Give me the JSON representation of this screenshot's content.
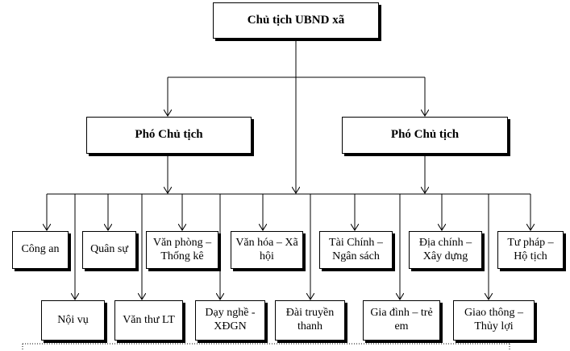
{
  "diagram": {
    "title": "Chủ tịch UBND xã",
    "vice_left": "Phó Chủ tịch",
    "vice_right": "Phó Chủ tịch",
    "departments_top": [
      {
        "key": "cong_an",
        "lines": [
          "Công an"
        ]
      },
      {
        "key": "quan_su",
        "lines": [
          "Quân sự"
        ]
      },
      {
        "key": "van_phong",
        "lines": [
          "Văn phòng –",
          "Thống kê"
        ]
      },
      {
        "key": "van_hoa",
        "lines": [
          "Văn hóa – Xã",
          "hội"
        ]
      },
      {
        "key": "tai_chinh",
        "lines": [
          "Tài Chính –",
          "Ngân sách"
        ]
      },
      {
        "key": "dia_chinh",
        "lines": [
          "Địa chính –",
          "Xây dựng"
        ]
      },
      {
        "key": "tu_phap",
        "lines": [
          "Tư pháp –",
          "Hộ tịch"
        ]
      }
    ],
    "departments_bottom": [
      {
        "key": "noi_vu",
        "lines": [
          "Nội vụ"
        ]
      },
      {
        "key": "van_thu",
        "lines": [
          "Văn thư LT"
        ]
      },
      {
        "key": "day_nghe",
        "lines": [
          "Dạy nghề -",
          "XĐGN"
        ]
      },
      {
        "key": "dai_truyen_thanh",
        "lines": [
          "Đài truyền",
          "thanh"
        ]
      },
      {
        "key": "gia_dinh",
        "lines": [
          "Gia đình – trẻ",
          "em"
        ]
      },
      {
        "key": "giao_thong",
        "lines": [
          "Giao thông –",
          "Thủy lợi"
        ]
      }
    ]
  }
}
